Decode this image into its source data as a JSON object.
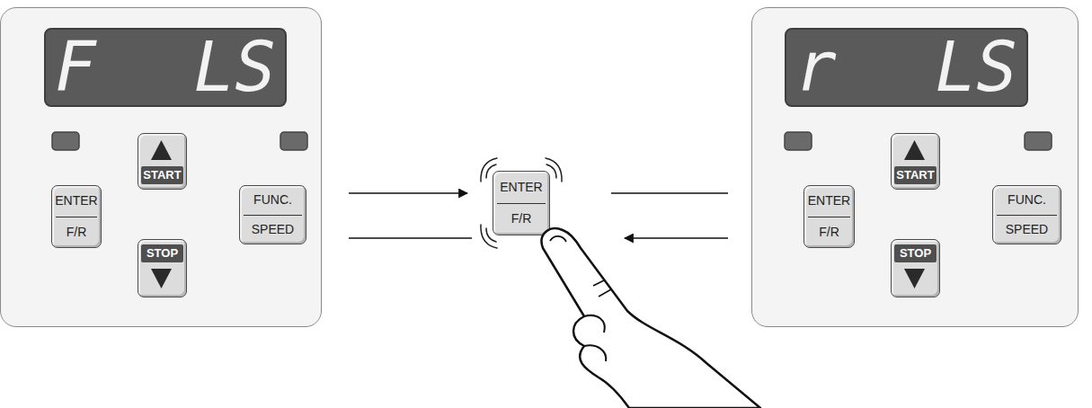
{
  "diagram": {
    "nodes": [
      {
        "text": [
          "F",
          "LS"
        ]
      },
      {
        "text": [
          "START"
        ],
        "in": 0
      },
      {
        "text": [
          "ENTER",
          "F/R"
        ],
        "in": 0
      },
      {
        "text": [
          "FUNC.",
          "SPEED"
        ],
        "in": 0
      },
      {
        "text": [
          "STOP"
        ],
        "in": 0
      },
      {
        "text": [
          "ENTER",
          "F/R"
        ]
      },
      {
        "text": [
          "r",
          "LS"
        ]
      },
      {
        "text": [
          "START"
        ],
        "in": 6
      },
      {
        "text": [
          "ENTER",
          "F/R"
        ],
        "in": 6
      },
      {
        "text": [
          "FUNC.",
          "SPEED"
        ],
        "in": 6
      },
      {
        "text": [
          "STOP"
        ],
        "in": 6
      }
    ],
    "edges": [
      {
        "from": 0,
        "to": 5,
        "arrow": "to"
      },
      {
        "from": 5,
        "to": 6,
        "arrow": "none"
      },
      {
        "from": 6,
        "to": 5,
        "arrow": "to"
      },
      {
        "from": 5,
        "to": 0,
        "arrow": "none"
      }
    ]
  }
}
